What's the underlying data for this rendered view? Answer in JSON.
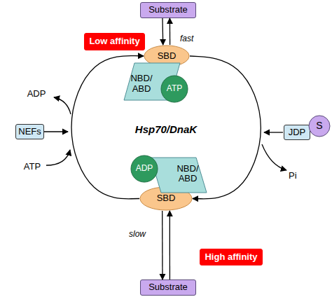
{
  "diagram": {
    "nodes": [
      {
        "text": [
          "Substrate"
        ]
      },
      {
        "text": [
          "Low affinity"
        ]
      },
      {
        "text": [
          "SBD"
        ]
      },
      {
        "text": [
          "NBD/ ABD"
        ]
      },
      {
        "text": [
          "ATP"
        ]
      },
      {
        "text": [
          "NEFs"
        ]
      },
      {
        "text": [
          "JDP"
        ]
      },
      {
        "text": [
          "S"
        ]
      },
      {
        "text": [
          "ADP"
        ]
      },
      {
        "text": [
          "NBD/ ABD"
        ]
      },
      {
        "text": [
          "SBD"
        ]
      },
      {
        "text": [
          "High affinity"
        ]
      },
      {
        "text": [
          "Substrate"
        ]
      }
    ],
    "edges": [
      {
        "from": 0,
        "to": 2,
        "arrow": "to"
      },
      {
        "from": 2,
        "to": 0,
        "arrow": "to"
      },
      {
        "from": 2,
        "to": 10,
        "arrow": "to"
      },
      {
        "from": 10,
        "to": 2,
        "arrow": "to"
      },
      {
        "from": 10,
        "to": 12,
        "arrow": "to"
      },
      {
        "from": 12,
        "to": 10,
        "arrow": "to"
      }
    ],
    "labels": [
      "fast",
      "ADP",
      "Hsp70/DnaK",
      "ATP",
      "Pi",
      "slow"
    ]
  }
}
